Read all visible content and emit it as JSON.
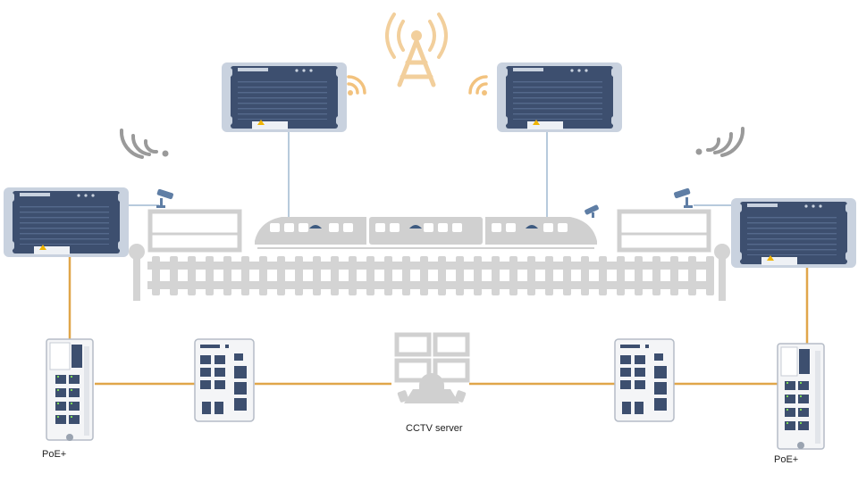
{
  "colors": {
    "link_wired": "#e0a64a",
    "link_wireless": "#9fb8d0",
    "device_dark": "#3d4f6f",
    "device_light": "#c9d2df",
    "tower": "#f2cf9c",
    "wifi_orange": "#f2c27e",
    "wifi_grey": "#9a9a9a",
    "train_grey": "#d0d0d0",
    "track_grey": "#d2d2d2"
  },
  "labels": {
    "poe_left": "PoE+",
    "poe_right": "PoE+",
    "cctv_server": "CCTV server"
  },
  "devices": {
    "ap_count": 4,
    "switch_count": 4
  }
}
